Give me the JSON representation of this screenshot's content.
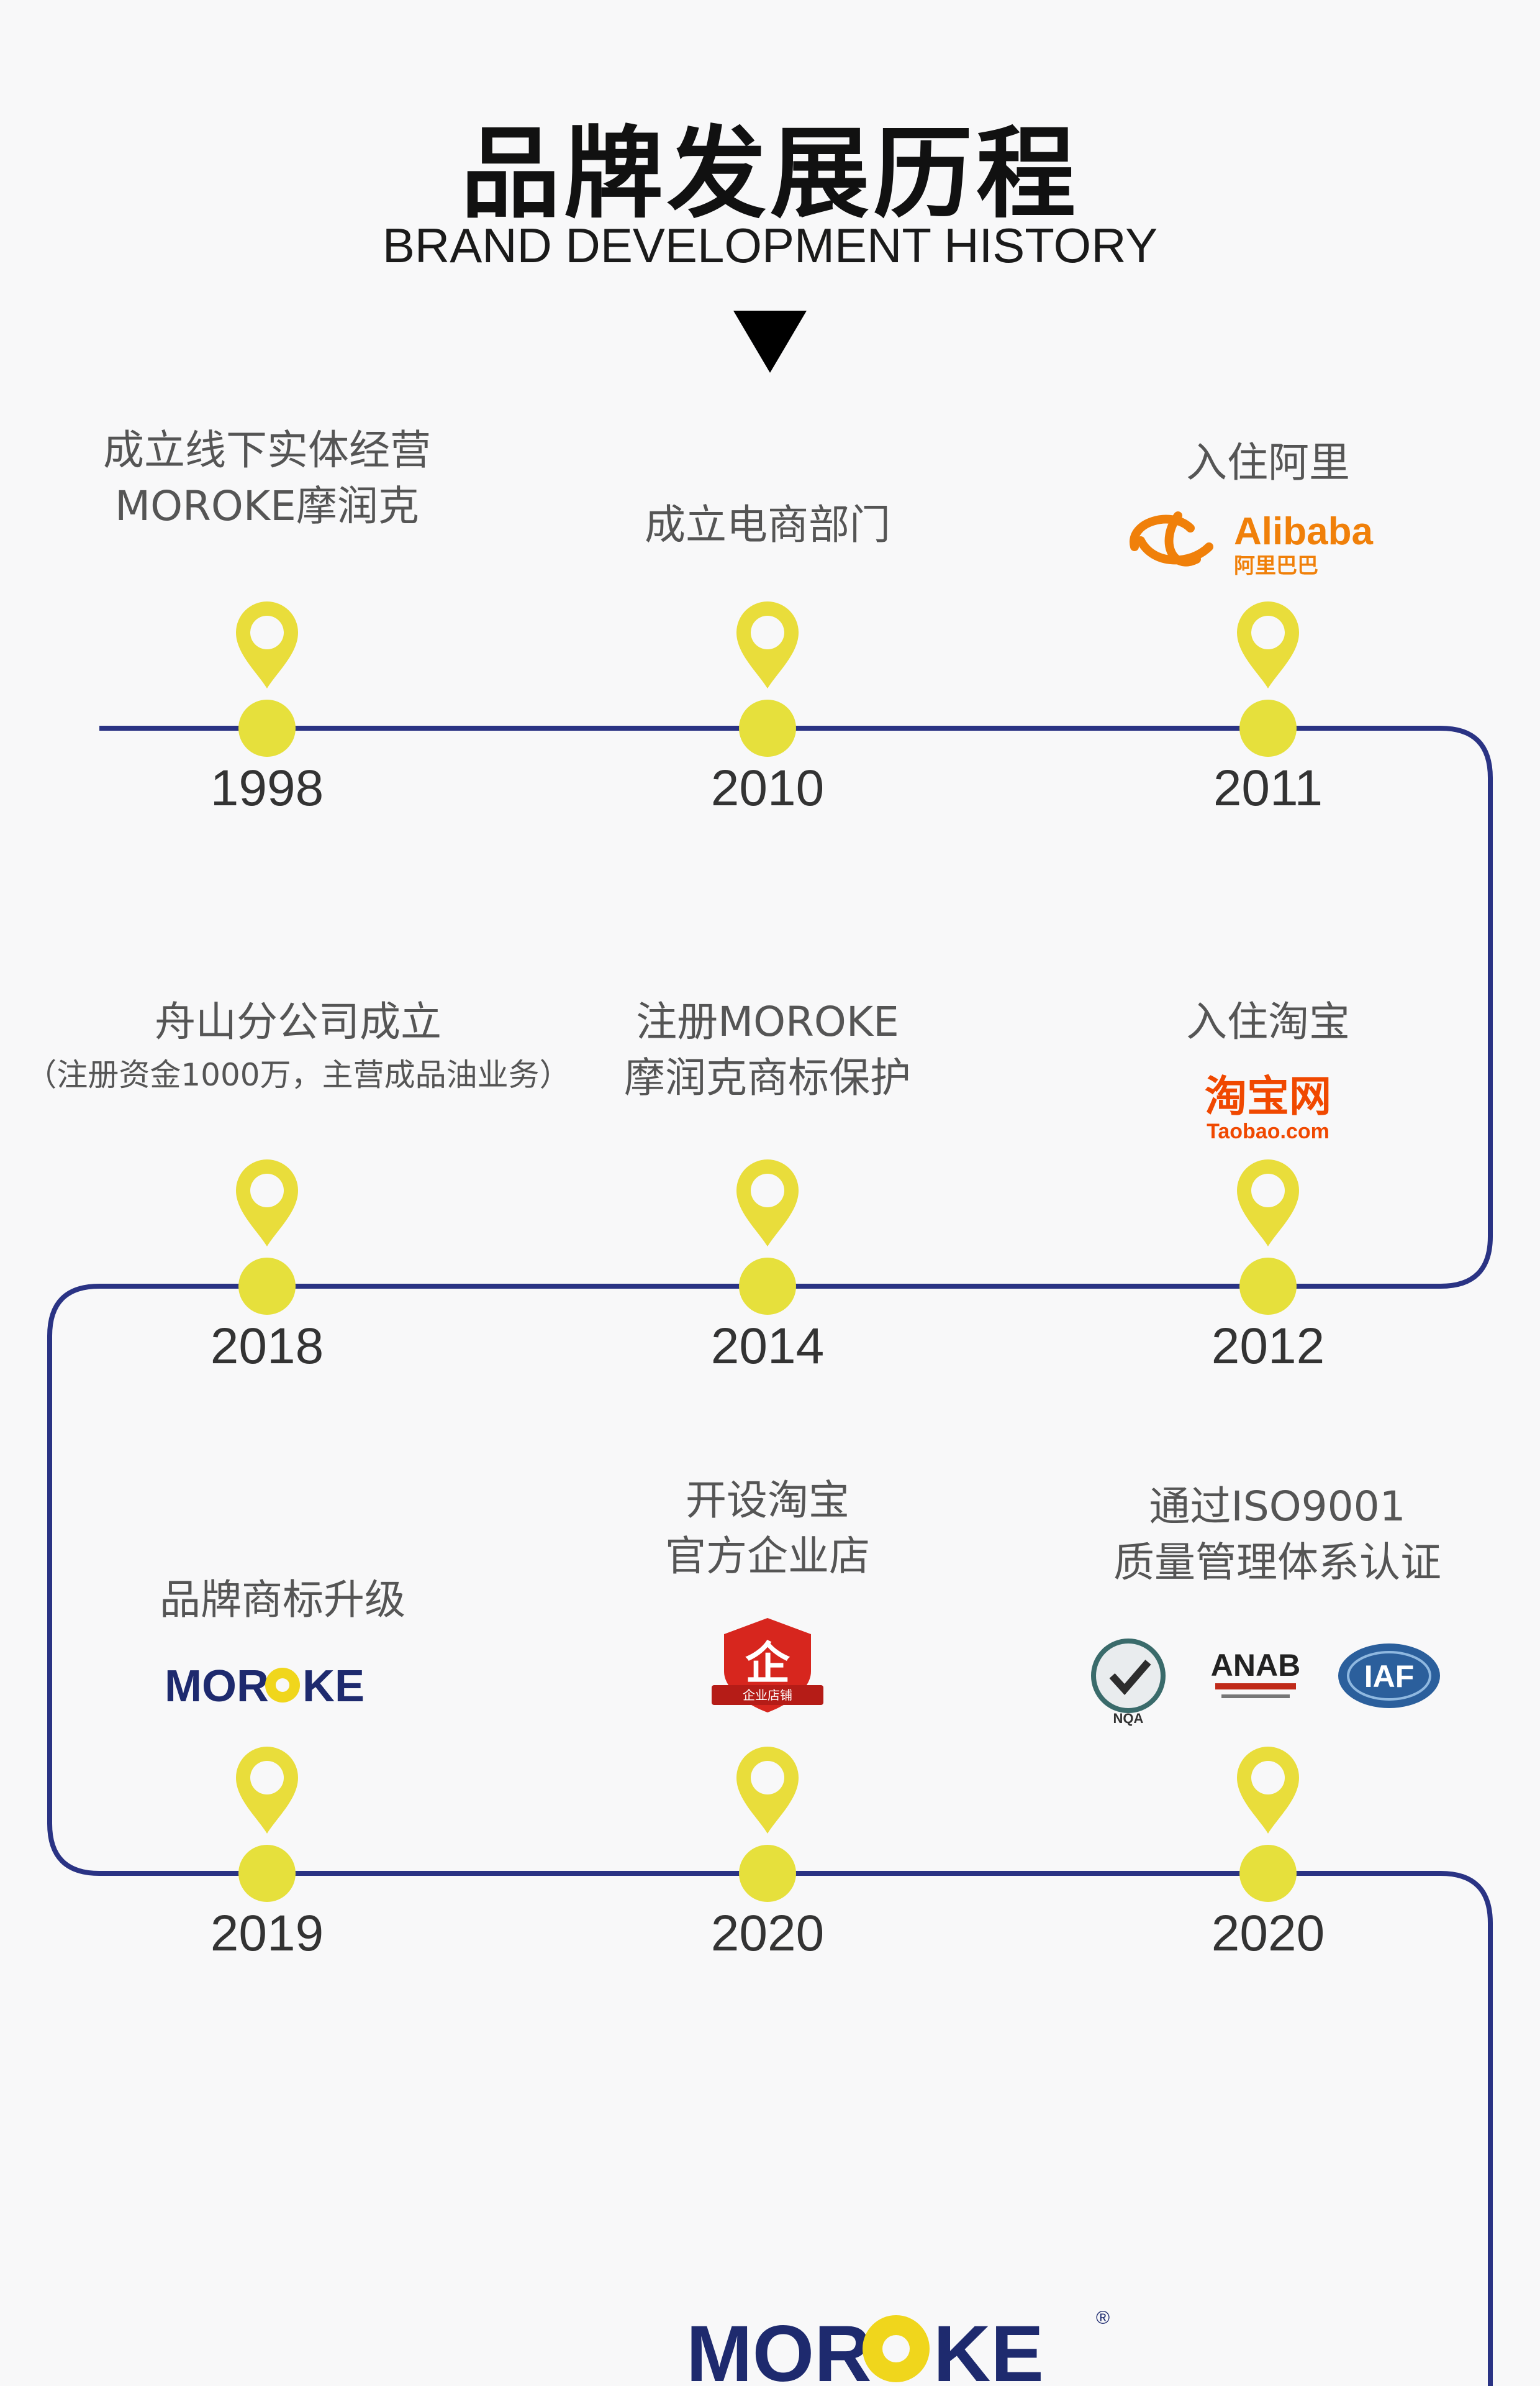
{
  "header": {
    "title": "品牌发展历程",
    "subtitle": "BRAND DEVELOPMENT HISTORY"
  },
  "colors": {
    "line": "#2a3384",
    "pin": "#e9dd3b",
    "dot": "#e6e03c",
    "brand_navy": "#1e2a6e",
    "alibaba_orange": "#f0800a",
    "taobao_orange": "#f04800",
    "red_badge": "#d7261e"
  },
  "milestones": [
    {
      "year": "1998",
      "lines": [
        "成立线下实体经营",
        "MOROKE摩润克"
      ],
      "logo": ""
    },
    {
      "year": "2010",
      "lines": [
        "成立电商部门"
      ],
      "logo": ""
    },
    {
      "year": "2011",
      "lines": [
        "入住阿里"
      ],
      "logo": "alibaba-logo"
    },
    {
      "year": "2018",
      "lines": [
        "舟山分公司成立",
        "（注册资金1000万，主营成品油业务）"
      ],
      "logo": ""
    },
    {
      "year": "2014",
      "lines": [
        "注册MOROKE",
        "摩润克商标保护"
      ],
      "logo": ""
    },
    {
      "year": "2012",
      "lines": [
        "入住淘宝"
      ],
      "logo": "taobao-logo"
    },
    {
      "year": "2019",
      "lines": [
        "品牌商标升级"
      ],
      "logo": "moroke-logo"
    },
    {
      "year": "2020",
      "lines": [
        "开设淘宝",
        "官方企业店"
      ],
      "logo": "enterprise-shop-badge"
    },
    {
      "year": "2020",
      "lines": [
        "通过ISO9001",
        "质量管理体系认证"
      ],
      "logo": "certification-logos"
    }
  ],
  "logos": {
    "alibaba": {
      "word": "Alibaba",
      "cn": "阿里巴巴"
    },
    "taobao": {
      "cn": "淘宝网",
      "domain": "Taobao.com"
    },
    "moroke": "MOROKE",
    "enterprise_badge": {
      "glyph": "企",
      "caption": "企业店铺"
    },
    "cert": {
      "nqa": "NQA",
      "anab": "ANAB",
      "iaf": "IAF"
    },
    "bottom_brand": "MOROKE",
    "registered": "®"
  }
}
